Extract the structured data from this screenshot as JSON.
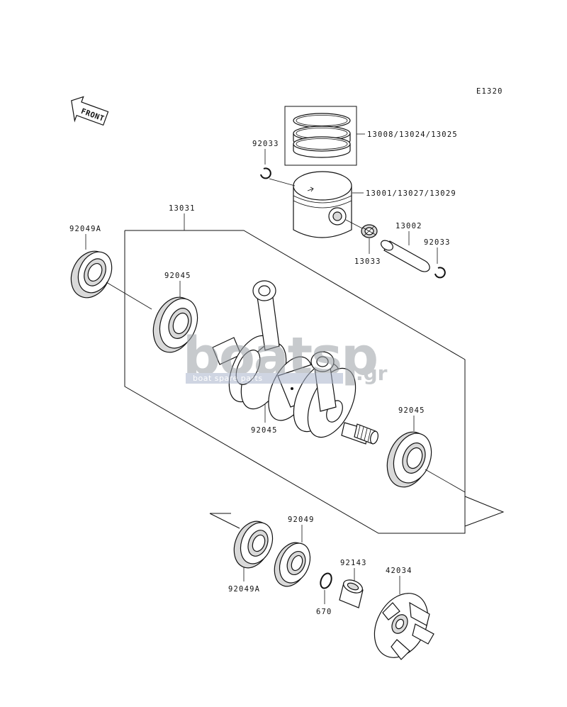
{
  "diagram_code": "E1320",
  "front_label": "FRONT",
  "callouts": {
    "piston_rings": "13008/13024/13025",
    "piston": "13001/13027/13029",
    "circlip_left": "92033",
    "circlip_right": "92033",
    "needle_bearing": "13033",
    "piston_pin": "13002",
    "crankshaft_assy": "13031",
    "oil_seal_top": "92049A",
    "bearing_left": "92045",
    "bearing_center": "92045",
    "bearing_right": "92045",
    "bearing_bottom": "92049",
    "oil_seal_bottom": "92049A",
    "spacer_ring": "670",
    "collar": "92143",
    "coupling": "42034"
  },
  "watermark": {
    "logo": "boatsp",
    "suffix": ".gr",
    "tagline": "boat spare parts"
  }
}
